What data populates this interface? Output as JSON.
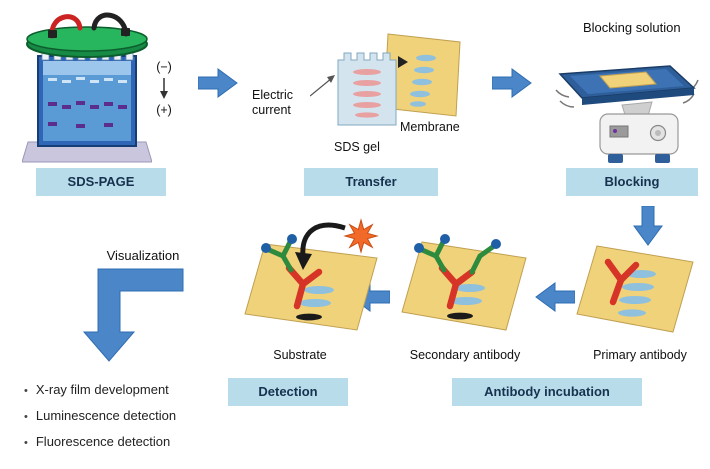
{
  "labels": {
    "sds_page": "SDS-PAGE",
    "transfer": "Transfer",
    "blocking": "Blocking",
    "detection": "Detection",
    "antibody_incubation": "Antibody incubation"
  },
  "annotations": {
    "electrode_negative": "(−)",
    "electrode_positive": "(+)",
    "electric_current": "Electric current",
    "sds_gel": "SDS gel",
    "membrane": "Membrane",
    "blocking_solution": "Blocking solution",
    "primary_antibody": "Primary antibody",
    "secondary_antibody": "Secondary antibody",
    "substrate": "Substrate",
    "visualization": "Visualization"
  },
  "visualization_methods": [
    {
      "bullet": "•",
      "text": "X-ray film development"
    },
    {
      "bullet": "•",
      "text": "Luminescence detection"
    },
    {
      "bullet": "•",
      "text": "Fluorescence detection"
    }
  ],
  "colors": {
    "step_box_bg": "#b9dcea",
    "step_box_text": "#16324f",
    "arrow_blue": "#4a86c8",
    "membrane_yellow": "#f0d27b",
    "gel_blue": "#d4e4ee",
    "band_pink": "#e8a0a0",
    "band_blue": "#8fc0dd",
    "antibody_red": "#d63426",
    "antibody_green": "#2e8b3d",
    "enzyme_blue": "#1f5fa6",
    "substrate_star_orange": "#f26a2a",
    "lid_green": "#1fa352",
    "tank_blue": "#2f66b5"
  }
}
